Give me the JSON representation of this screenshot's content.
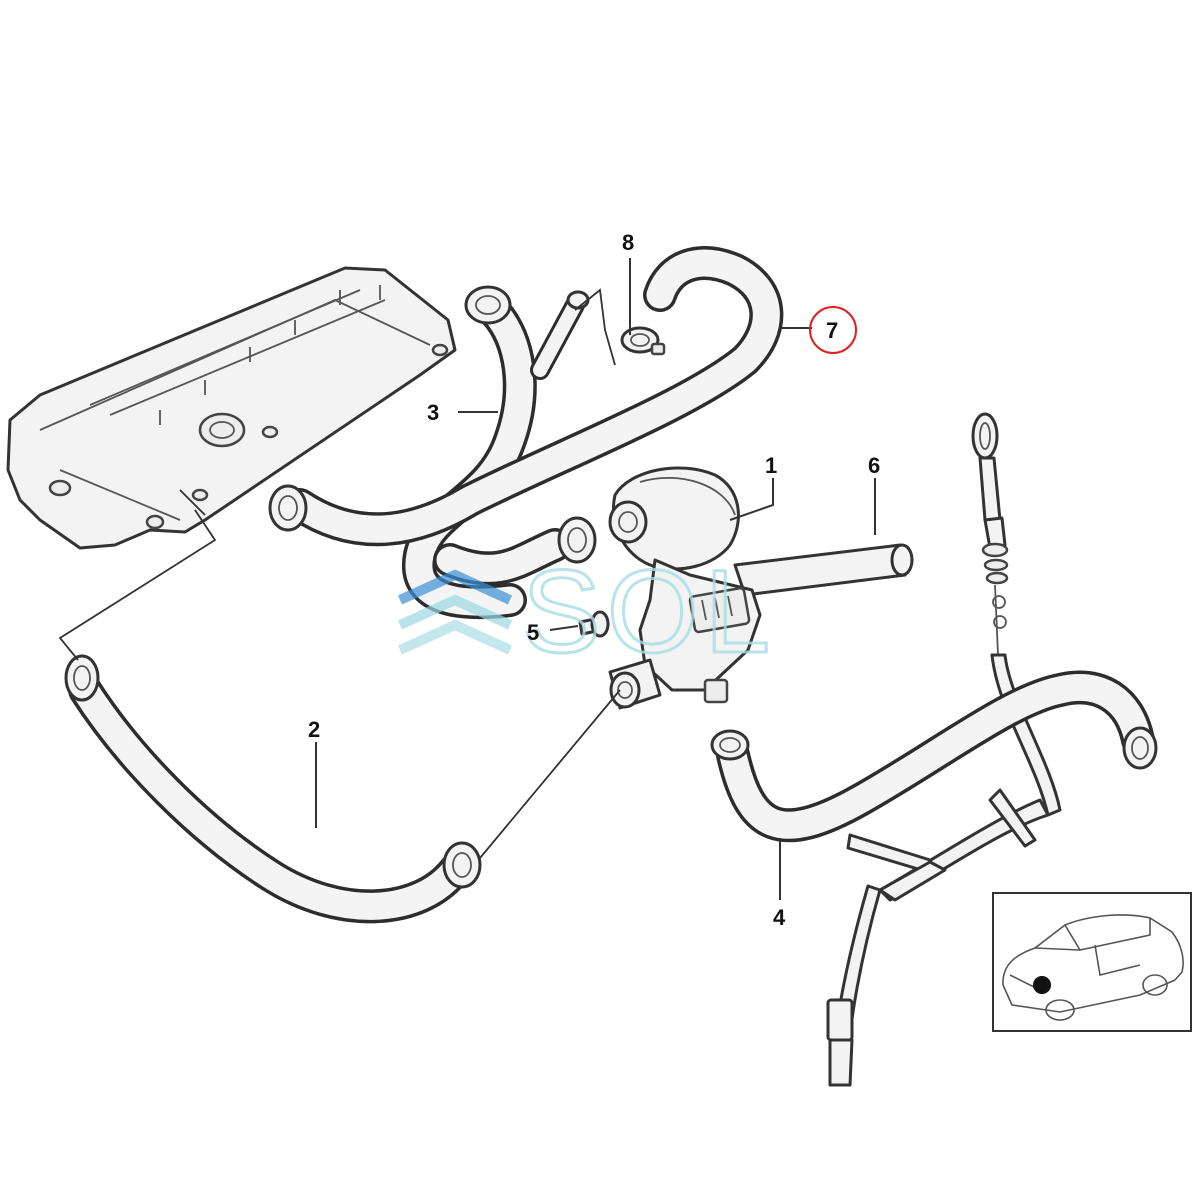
{
  "callouts": [
    {
      "id": "1",
      "label": "1"
    },
    {
      "id": "2",
      "label": "2"
    },
    {
      "id": "3",
      "label": "3"
    },
    {
      "id": "4",
      "label": "4"
    },
    {
      "id": "5",
      "label": "5"
    },
    {
      "id": "6",
      "label": "6"
    },
    {
      "id": "7",
      "label": "7"
    },
    {
      "id": "8",
      "label": "8"
    }
  ],
  "highlighted_callout": "7",
  "highlight_color": "#e02020",
  "watermark": {
    "text": "SOL",
    "color": "#a7dde6",
    "logo_colors": [
      "#3b8fd6",
      "#9ad7e0"
    ]
  },
  "location_marker_color": "#111111"
}
